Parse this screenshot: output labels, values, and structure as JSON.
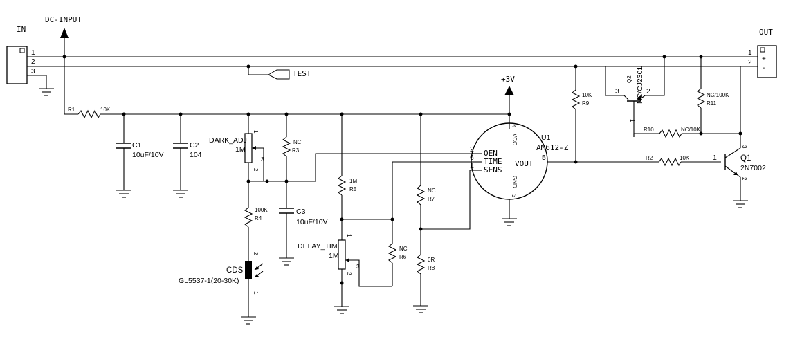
{
  "connectors": {
    "in": {
      "label": "IN",
      "pins": [
        "1",
        "2",
        "3"
      ]
    },
    "out": {
      "label": "OUT",
      "pins": [
        "1",
        "2"
      ],
      "signs": [
        "+",
        "-"
      ]
    }
  },
  "power": {
    "dc_input": "DC-INPUT",
    "vcc": "+3V"
  },
  "test_point": "TEST",
  "ic": {
    "ref": "U1",
    "part": "AM612-Z",
    "pins": {
      "oen_num": "2",
      "oen": "OEN",
      "time_num": "6",
      "time": "TIME",
      "sens_num": "1",
      "sens": "SENS",
      "vout": "VOUT",
      "vout_num": "5",
      "vcc": "VCC",
      "vcc_num": "4",
      "gnd": "GND",
      "gnd_num": "3"
    }
  },
  "resistors": {
    "r1": {
      "ref": "R1",
      "value": "10K"
    },
    "r2": {
      "ref": "R2",
      "value": "10K"
    },
    "r3": {
      "ref": "R3",
      "value": "NC"
    },
    "r4": {
      "ref": "R4",
      "value": "100K"
    },
    "r5": {
      "ref": "R5",
      "value": "1M"
    },
    "r6": {
      "ref": "R6",
      "value": "NC"
    },
    "r7": {
      "ref": "R7",
      "value": "NC"
    },
    "r8": {
      "ref": "R8",
      "value": "0R"
    },
    "r9": {
      "ref": "R9",
      "value": "10K"
    },
    "r10": {
      "ref": "R10",
      "value": "NC/10K"
    },
    "r11": {
      "ref": "R11",
      "value": "NC/100K"
    }
  },
  "capacitors": {
    "c1": {
      "ref": "C1",
      "value": "10uF/10V"
    },
    "c2": {
      "ref": "C2",
      "value": "104"
    },
    "c3": {
      "ref": "C3",
      "value": "10uF/10V"
    }
  },
  "pots": {
    "dark": {
      "name": "DARK_ADJ",
      "value": "1M",
      "pin1": "1",
      "pin2": "2",
      "pin3": "3"
    },
    "delay": {
      "name": "DELAY_TIME",
      "value": "1M",
      "pin1": "1",
      "pin2": "2",
      "pin3": "3"
    }
  },
  "sensor": {
    "ref": "CDS",
    "part": "GL5537-1(20-30K)",
    "pin1": "1",
    "pin2": "2"
  },
  "transistors": {
    "q1": {
      "ref": "Q1",
      "part": "2N7002",
      "pin1": "1",
      "pin2": "2",
      "pin3": "3"
    },
    "q2": {
      "ref": "Q2",
      "part": "NC/CJ2301",
      "pin1": "1",
      "pin2": "2",
      "pin3": "3"
    }
  }
}
